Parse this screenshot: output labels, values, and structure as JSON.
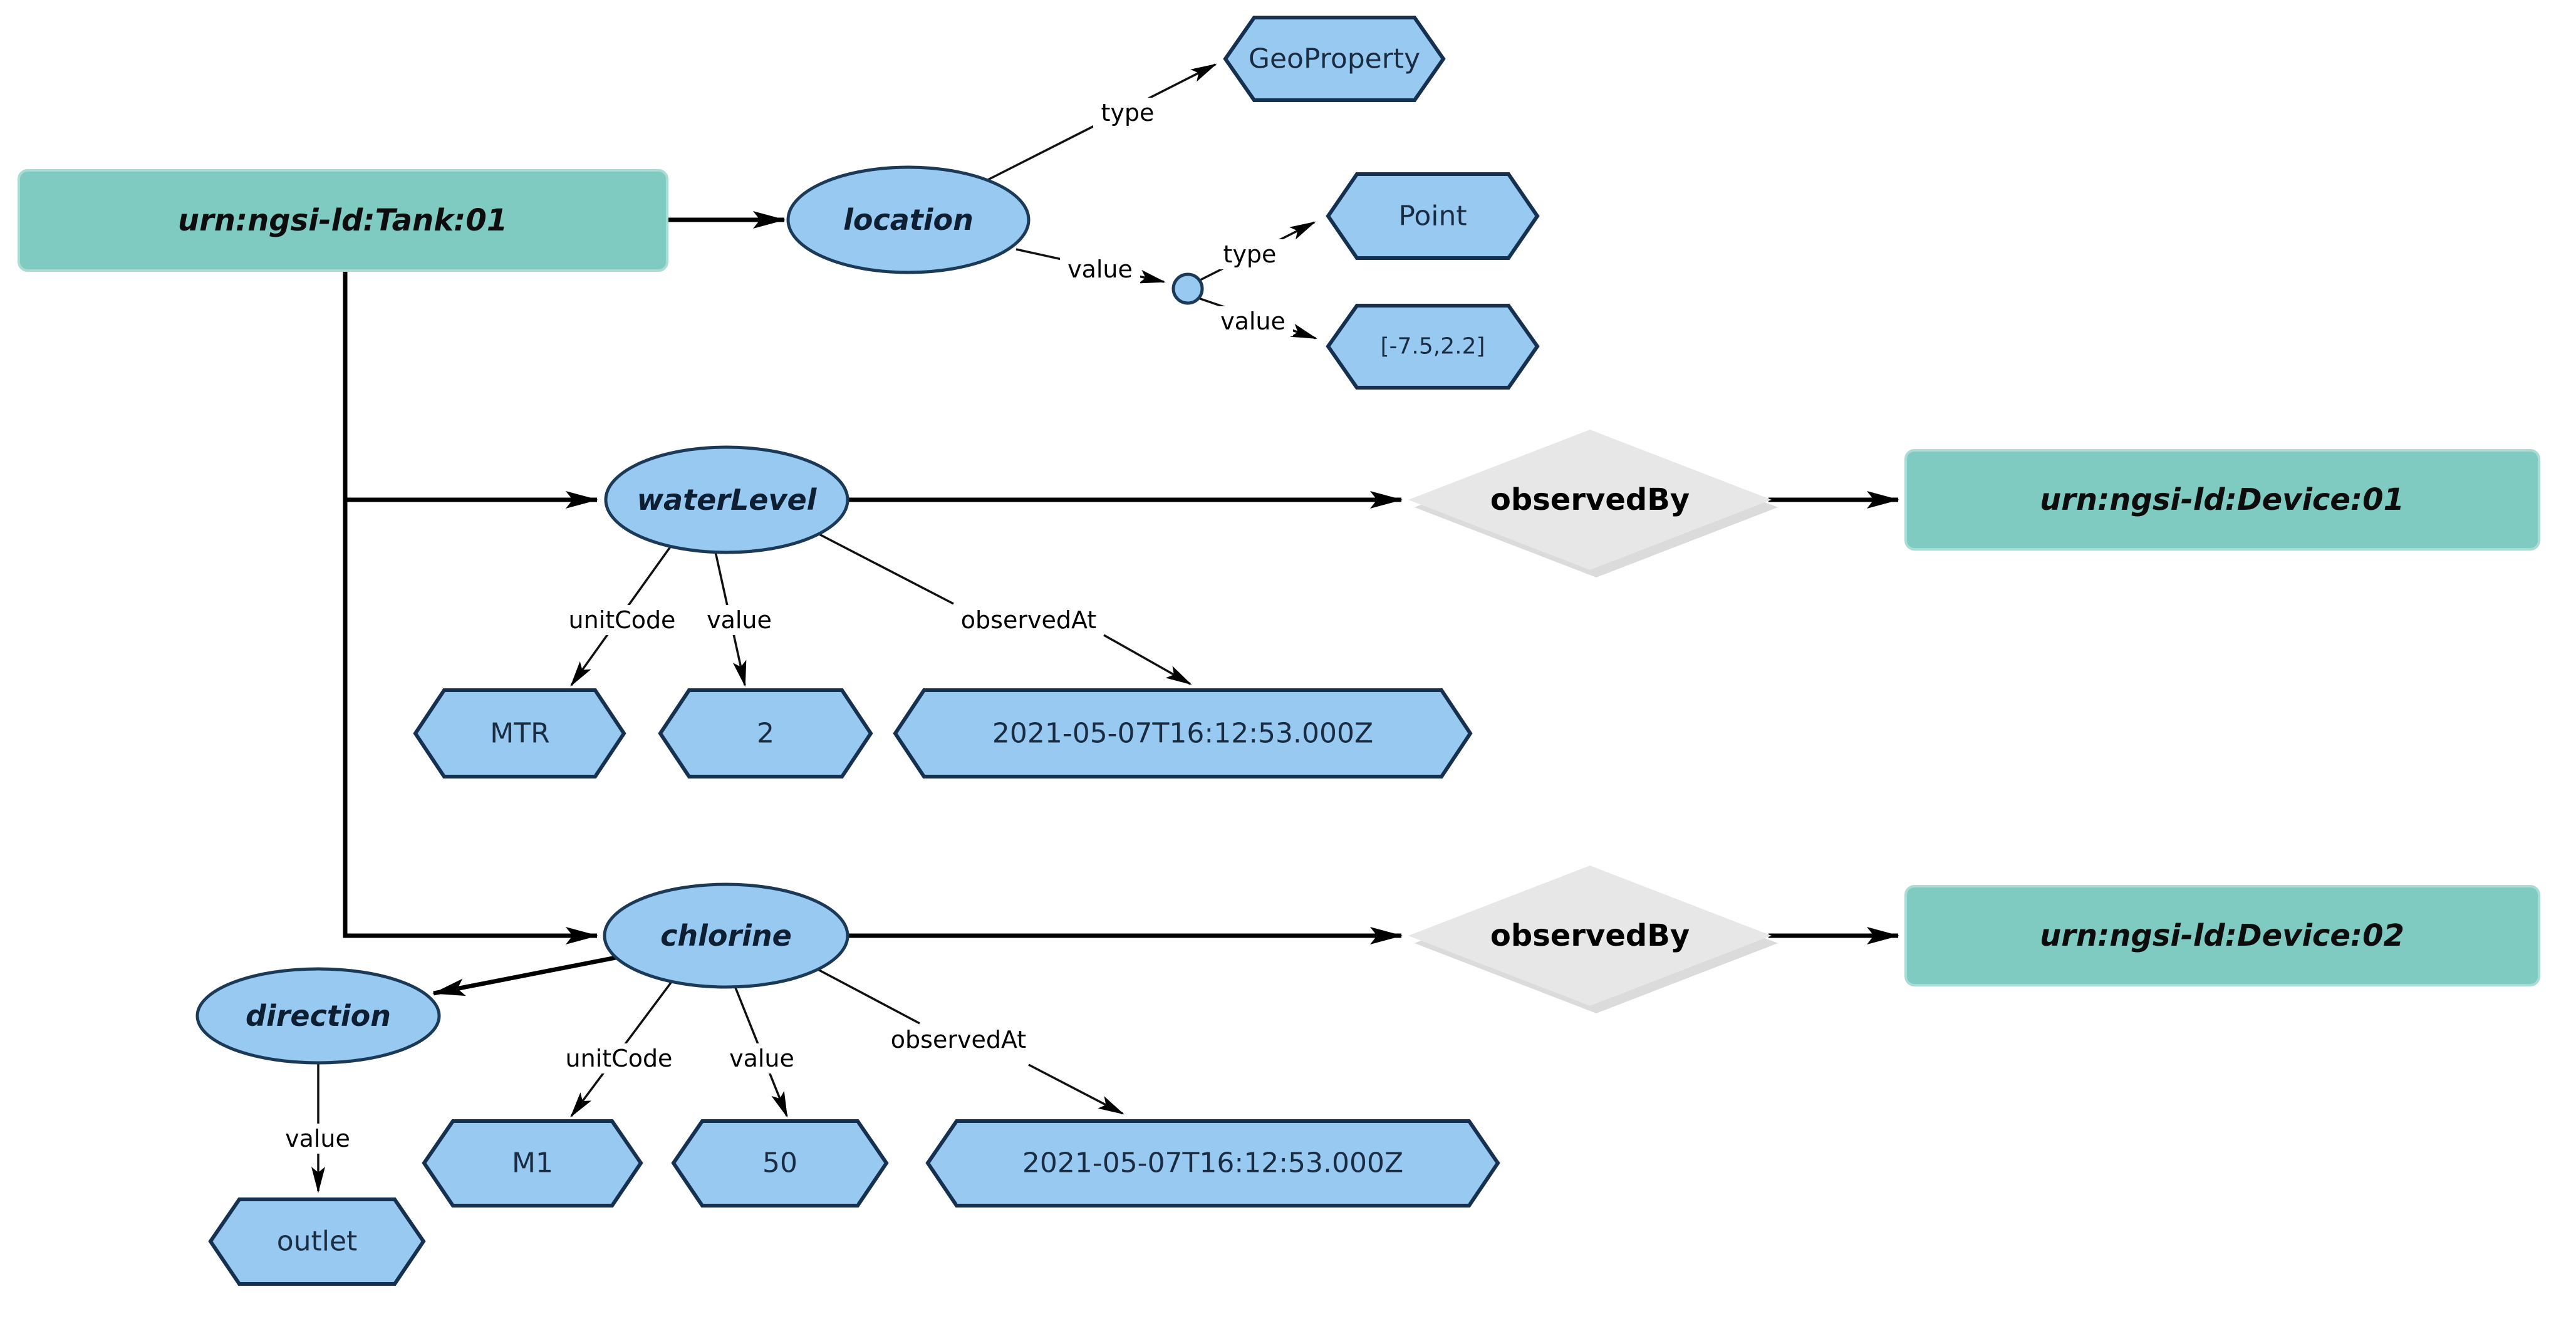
{
  "colors": {
    "entity_fill": "#7fcbc1",
    "property_fill": "#98c9f1",
    "relationship_fill": "#e7e7e7",
    "edge": "#000000"
  },
  "entities": {
    "tank": {
      "label": "urn:ngsi-ld:Tank:01"
    },
    "device01": {
      "label": "urn:ngsi-ld:Device:01"
    },
    "device02": {
      "label": "urn:ngsi-ld:Device:02"
    }
  },
  "properties": {
    "location": {
      "label": "location",
      "type": "GeoProperty",
      "value_type": "Point",
      "value_coordinates": "[-7.5,2.2]"
    },
    "waterLevel": {
      "label": "waterLevel",
      "unitCode": "MTR",
      "value": "2",
      "observedAt": "2021-05-07T16:12:53.000Z"
    },
    "chlorine": {
      "label": "chlorine",
      "unitCode": "M1",
      "value": "50",
      "observedAt": "2021-05-07T16:12:53.000Z"
    },
    "direction": {
      "label": "direction",
      "value": "outlet"
    }
  },
  "relationships": {
    "observedBy1": {
      "label": "observedBy"
    },
    "observedBy2": {
      "label": "observedBy"
    }
  },
  "edge_labels": {
    "type": "type",
    "value": "value",
    "unitCode": "unitCode",
    "observedAt": "observedAt"
  }
}
